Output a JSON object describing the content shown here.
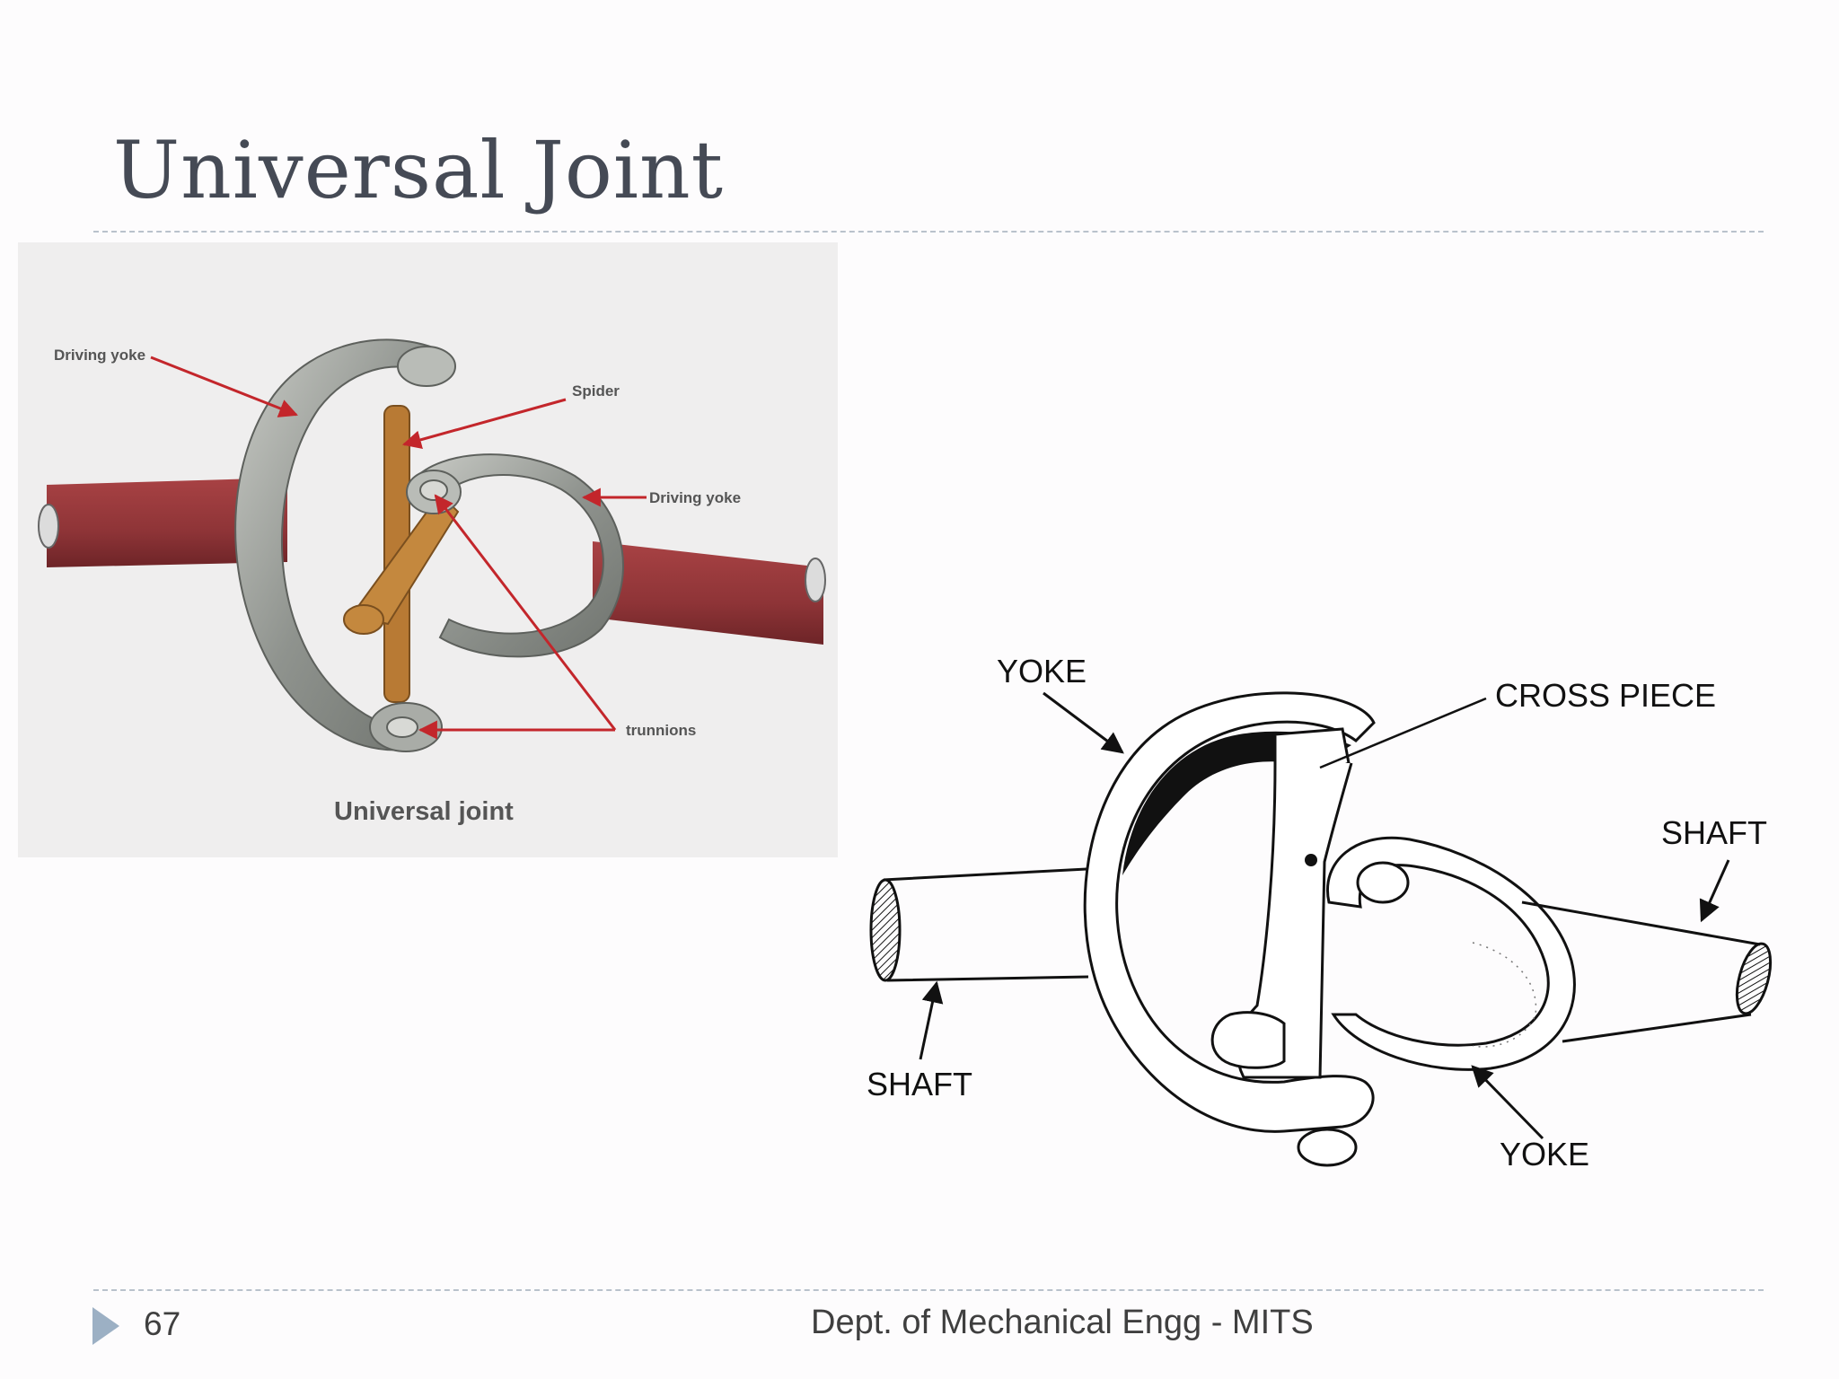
{
  "slide": {
    "title": "Universal Joint",
    "page_number": "67",
    "footer": "Dept. of Mechanical Engg - MITS"
  },
  "figure_color": {
    "caption": "Universal joint",
    "labels": {
      "driving_yoke_top": "Driving yoke",
      "spider": "Spider",
      "driving_yoke_right": "Driving yoke",
      "trunnions": "trunnions"
    }
  },
  "figure_line": {
    "labels": {
      "yoke_top": "YOKE",
      "cross_piece": "CROSS PIECE",
      "shaft_right": "SHAFT",
      "shaft_left": "SHAFT",
      "yoke_bottom": "YOKE"
    }
  },
  "colors": {
    "title": "#454a55",
    "rule": "#b9c2cc",
    "footer_arrow": "#9cb0c4",
    "shaft": "#8e3437",
    "spider": "#b87a34",
    "yoke_gray": "#9a9d98",
    "annotation_red": "#c3262b"
  }
}
